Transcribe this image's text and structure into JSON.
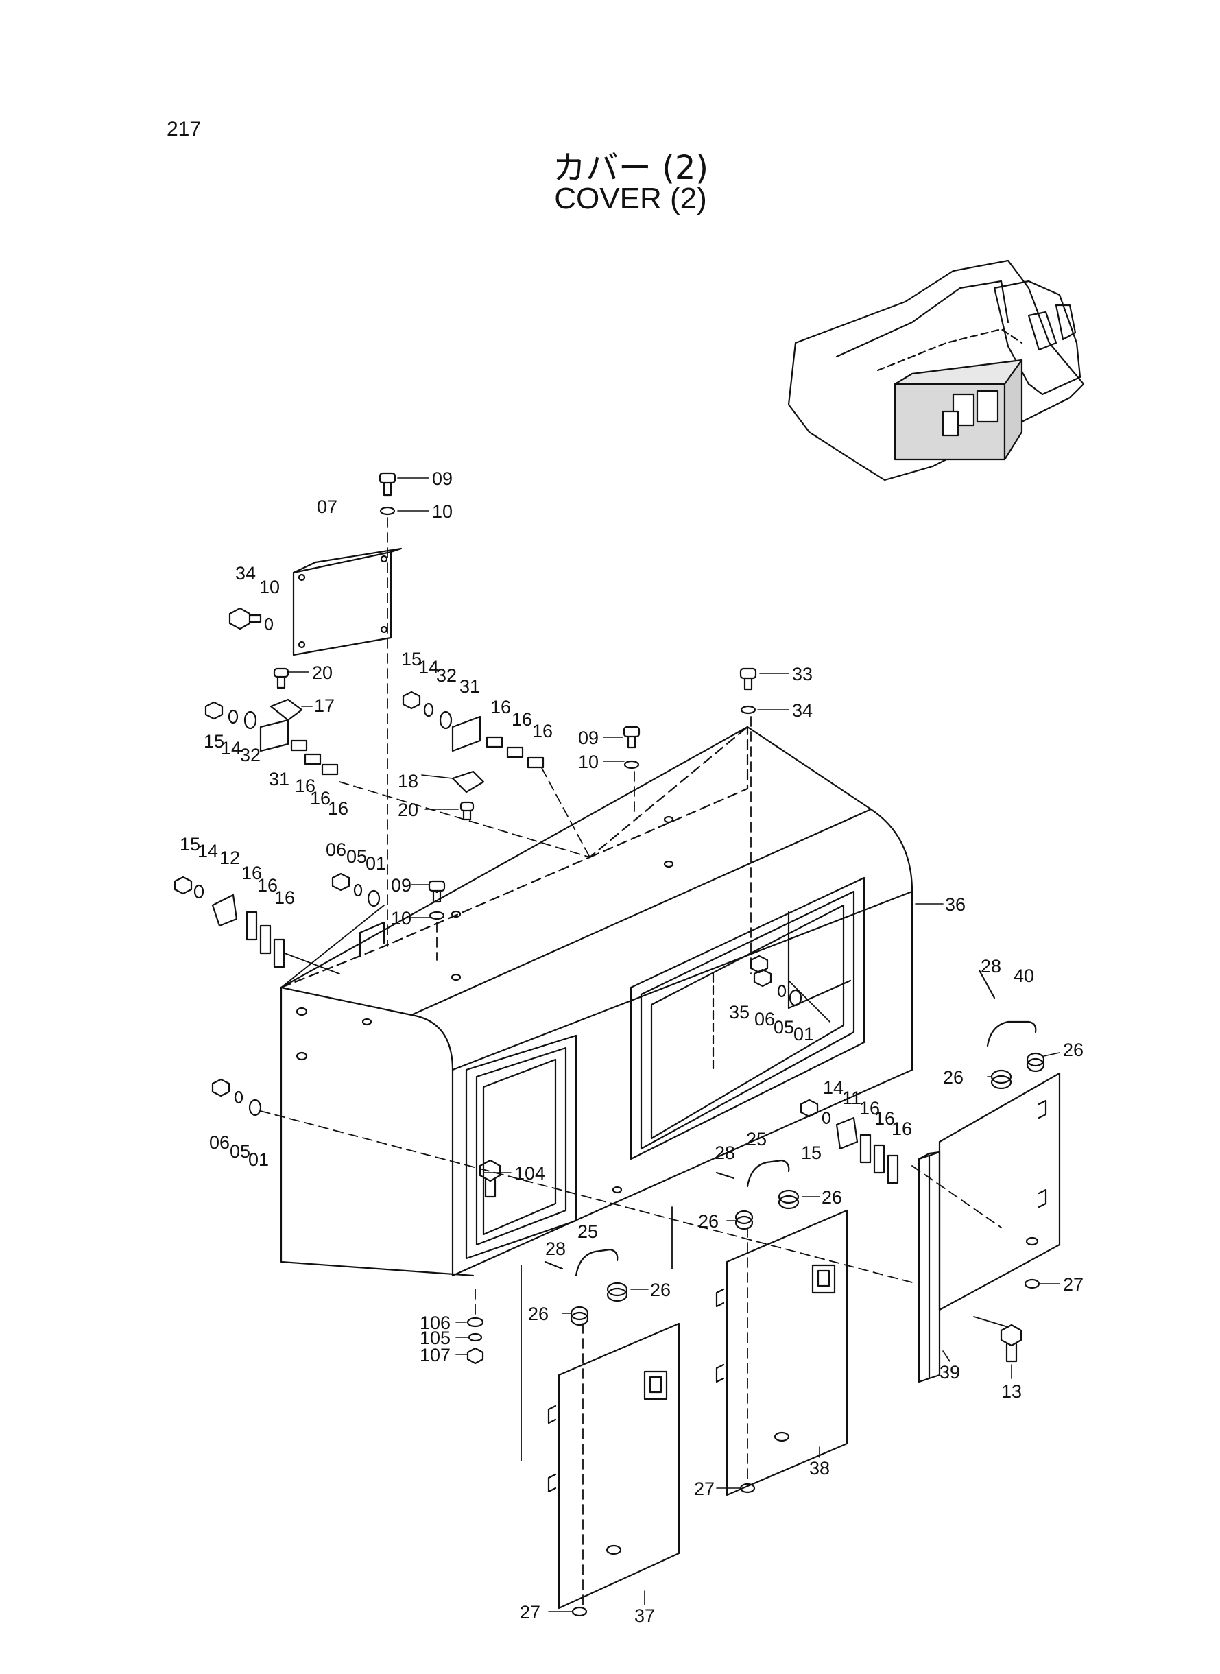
{
  "page_number": "217",
  "title_jp": "カバー (2)",
  "title_en": "COVER (2)",
  "labels": {
    "p09a": "09",
    "p10a": "10",
    "p07": "07",
    "p34a": "34",
    "p10b": "10",
    "p20a": "20",
    "p17": "17",
    "p15a": "15",
    "p14a": "14",
    "p32a": "32",
    "p31a": "31",
    "p16a": "16",
    "p16b": "16",
    "p16c": "16",
    "p15b": "15",
    "p14b": "14",
    "p32b": "32",
    "p31b": "31",
    "p16d": "16",
    "p16e": "16",
    "p16f": "16",
    "p18": "18",
    "p20b": "20",
    "p33": "33",
    "p34b": "34",
    "p09b": "09",
    "p10c": "10",
    "p06a": "06",
    "p05a": "05",
    "p01a": "01",
    "p09c": "09",
    "p10d": "10",
    "p15c": "15",
    "p14c": "14",
    "p12": "12",
    "p16g": "16",
    "p16h": "16",
    "p16i": "16",
    "p36": "36",
    "p35": "35",
    "p06b": "06",
    "p05b": "05",
    "p01b": "01",
    "p28a": "28",
    "p40": "40",
    "p26a": "26",
    "p26b": "26",
    "p06c": "06",
    "p05c": "05",
    "p01c": "01",
    "p14d": "14",
    "p11": "11",
    "p16j": "16",
    "p16k": "16",
    "p16l": "16",
    "p15d": "15",
    "p104": "104",
    "p28b": "28",
    "p25a": "25",
    "p26c": "26",
    "p26d": "26",
    "p28c": "28",
    "p25b": "25",
    "p26e": "26",
    "p26f": "26",
    "p27a": "27",
    "p39": "39",
    "p13": "13",
    "p106": "106",
    "p105": "105",
    "p107": "107",
    "p38": "38",
    "p27b": "27",
    "p37": "37",
    "p27c": "27"
  }
}
